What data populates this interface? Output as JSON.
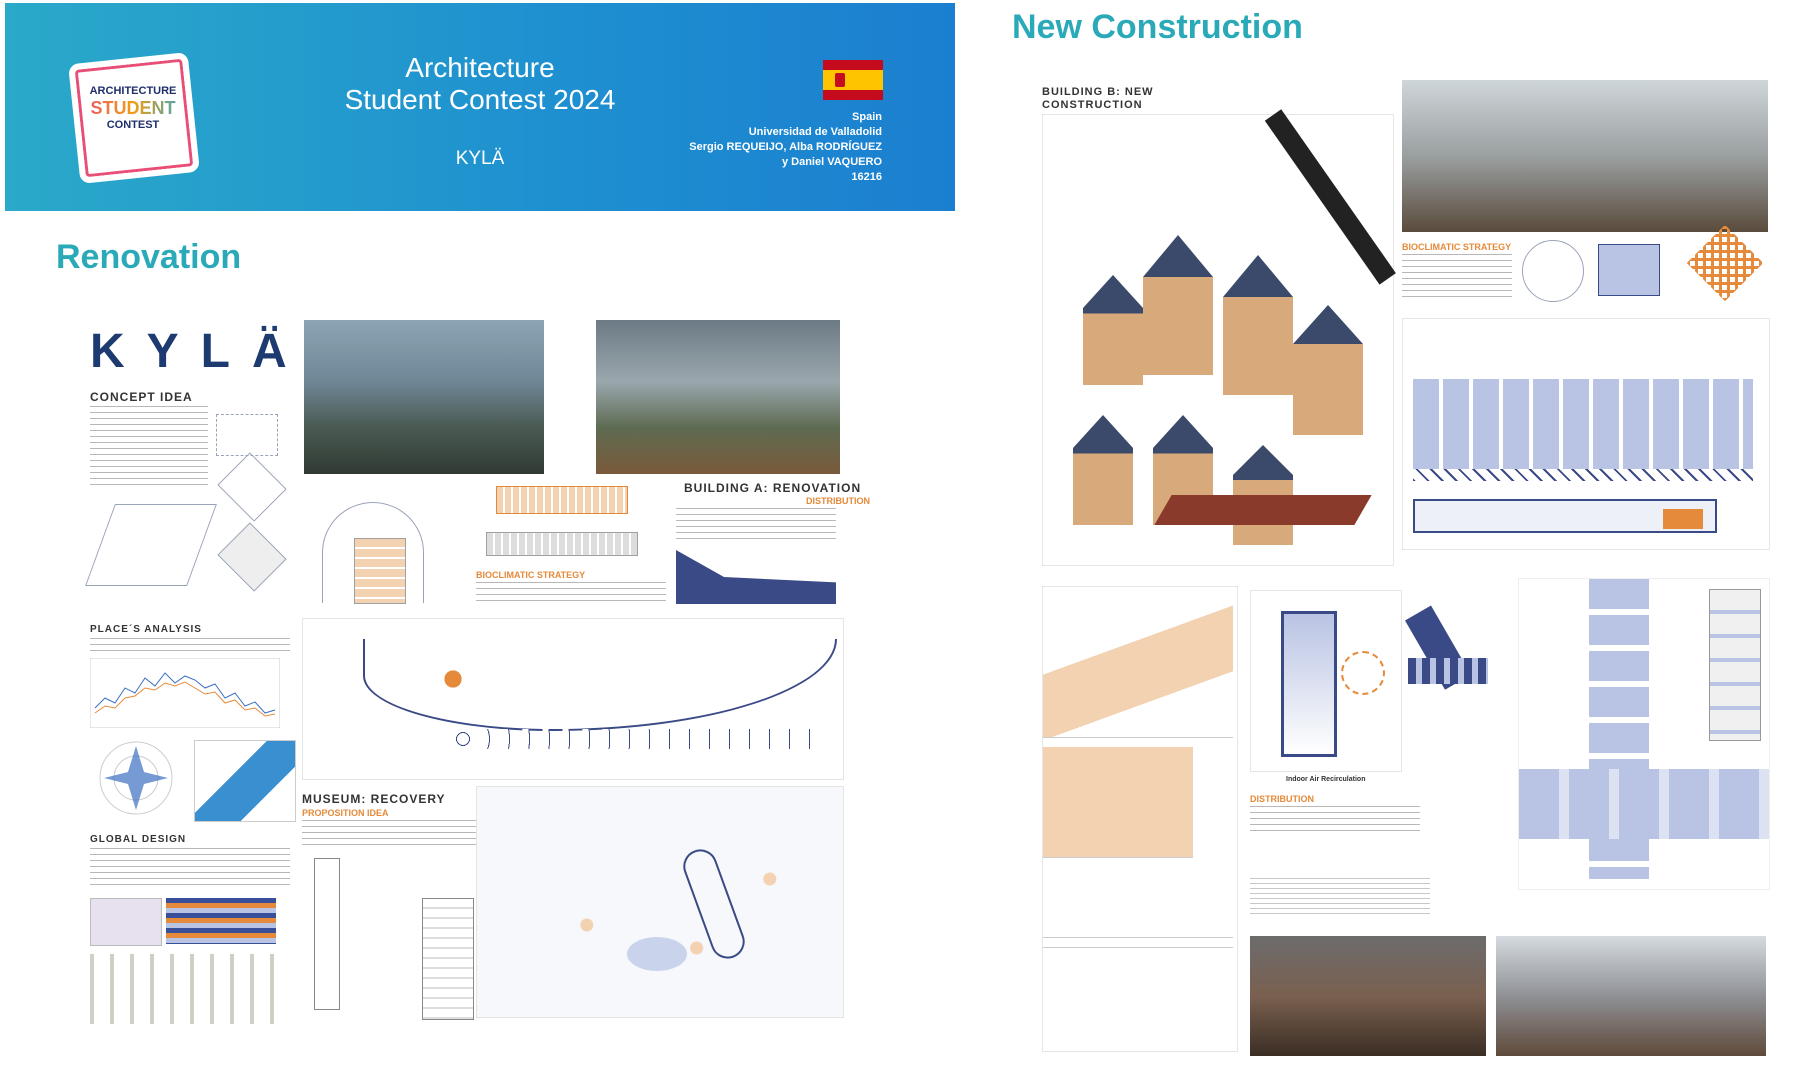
{
  "banner": {
    "logo_line1": "ARCHITECTURE",
    "logo_line2": "STUDENT",
    "logo_line3": "CONTEST",
    "title_line1": "Architecture",
    "title_line2": "Student Contest 2024",
    "project": "KYLÄ",
    "country": "Spain",
    "university": "Universidad de Valladolid",
    "authors_line1": "Sergio REQUEIJO, Alba RODRÍGUEZ",
    "authors_line2": "y Daniel VAQUERO",
    "code": "16216",
    "flag_icon": "spain-flag-icon",
    "background_color": "#1e8fd0"
  },
  "sections": {
    "renovation": "Renovation",
    "new_construction": "New Construction"
  },
  "renovation_board": {
    "title": "KYLÄ",
    "concept_idea": "CONCEPT IDEA",
    "building_a": "BUILDING A: RENOVATION",
    "distribution": "DISTRIBUTION",
    "bioclimatic": "BIOCLIMATIC STRATEGY",
    "places_analysis": "PLACE´S ANALYSIS",
    "global_design": "GLOBAL DESIGN",
    "museum": "MUSEUM: RECOVERY",
    "proposition": "PROPOSITION IDEA"
  },
  "new_board": {
    "building_b": "BUILDING B: NEW CONSTRUCTION",
    "bioclimatic": "BIOCLIMATIC STRATEGY",
    "indoor_air": "Indoor Air Recirculation",
    "distribution": "DISTRIBUTION"
  },
  "colors": {
    "accent_teal": "#2aa9b8",
    "navy": "#1d3b70",
    "orange": "#e58a3a"
  }
}
